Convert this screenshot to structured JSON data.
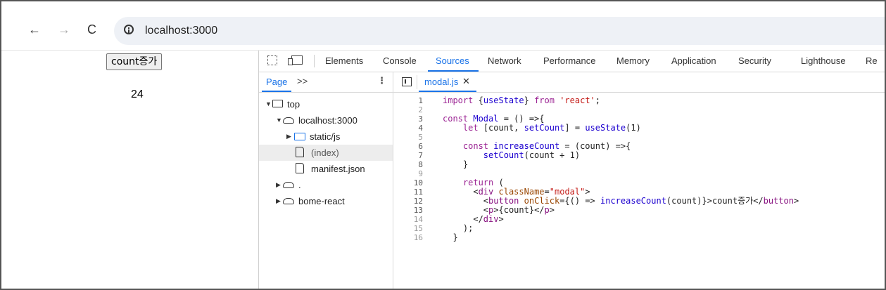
{
  "browser": {
    "url": "localhost:3000",
    "back_icon": "←",
    "forward_icon": "→",
    "reload_icon": "C"
  },
  "page": {
    "button_label": "count증가",
    "count_value": "24"
  },
  "devtools": {
    "tabs": [
      "Elements",
      "Console",
      "Sources",
      "Network",
      "Performance",
      "Memory",
      "Application",
      "Security",
      "Lighthouse",
      "Re"
    ],
    "active_tab": "Sources",
    "navigator": {
      "tab_label": "Page",
      "more_label": ">>",
      "kebab_label": "⋮",
      "tree": [
        {
          "label": "top",
          "type": "frame",
          "depth": 0,
          "expanded": true
        },
        {
          "label": "localhost:3000",
          "type": "cloud",
          "depth": 1,
          "expanded": true
        },
        {
          "label": "static/js",
          "type": "folder",
          "depth": 2,
          "expanded": false
        },
        {
          "label": "(index)",
          "type": "file",
          "depth": 2,
          "selected": true
        },
        {
          "label": "manifest.json",
          "type": "file",
          "depth": 2
        },
        {
          "label": ".",
          "type": "cloud",
          "depth": 1,
          "expanded": false
        },
        {
          "label": "bome-react",
          "type": "cloud",
          "depth": 1,
          "expanded": false
        }
      ]
    },
    "editor": {
      "file_tab": "modal.js",
      "close_label": "✕",
      "line_numbers": [
        "1",
        "2",
        "3",
        "4",
        "5",
        "6",
        "7",
        "8",
        "9",
        "10",
        "11",
        "12",
        "13",
        "14",
        "15",
        "16"
      ],
      "code_lines": [
        "import {useState} from 'react';",
        "",
        "const Modal = () =>{",
        "    let [count, setCount] = useState(1)",
        "",
        "    const increaseCount = (count) =>{",
        "        setCount(count + 1)",
        "    }",
        "",
        "    return (",
        "      <div className=\"modal\">",
        "        <button onClick={() => increaseCount(count)}>count증가</button>",
        "        <p>{count}</p>",
        "      </div>",
        "    );",
        "  }"
      ]
    }
  }
}
